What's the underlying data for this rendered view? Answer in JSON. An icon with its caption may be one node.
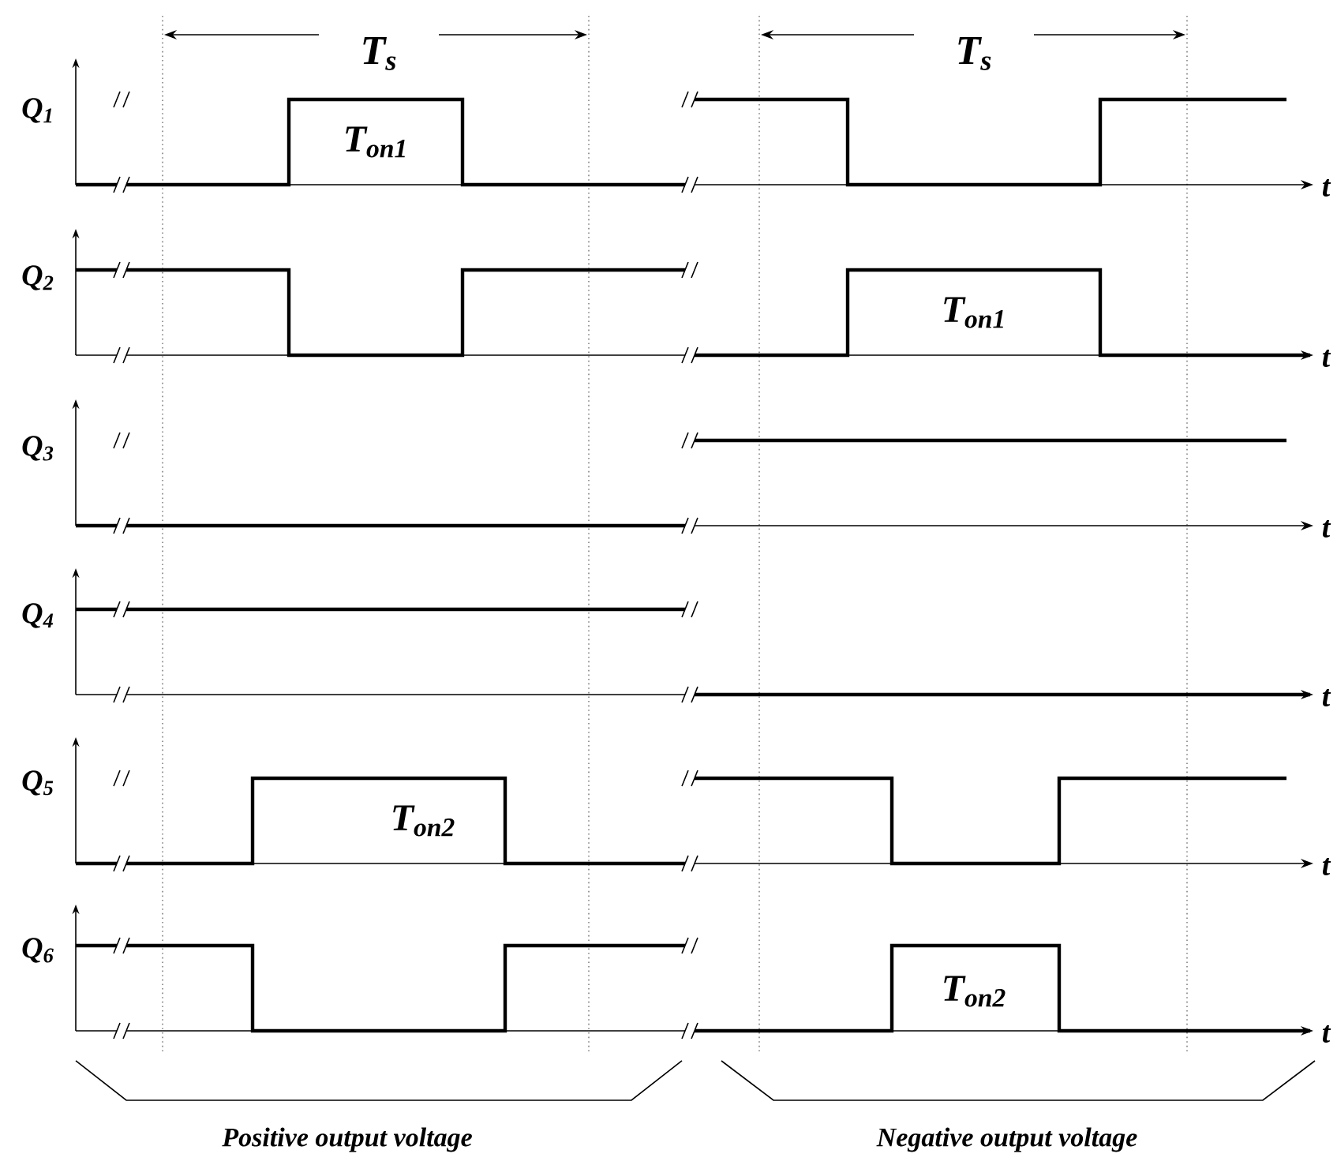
{
  "diagram": {
    "labels": [
      "T$_{s}$",
      "T$_{s}$",
      "Q$_{1}$",
      "T$_{on1}$",
      "t",
      "Q$_{2}$",
      "T$_{on1}$",
      "t",
      "Q$_{3}$",
      "t",
      "Q$_{4}$",
      "t",
      "Q$_{5}$",
      "T$_{on2}$",
      "t",
      "Q$_{6}$",
      "T$_{on2}$",
      "t",
      "Positive output voltage",
      "Negative output voltage"
    ]
  }
}
